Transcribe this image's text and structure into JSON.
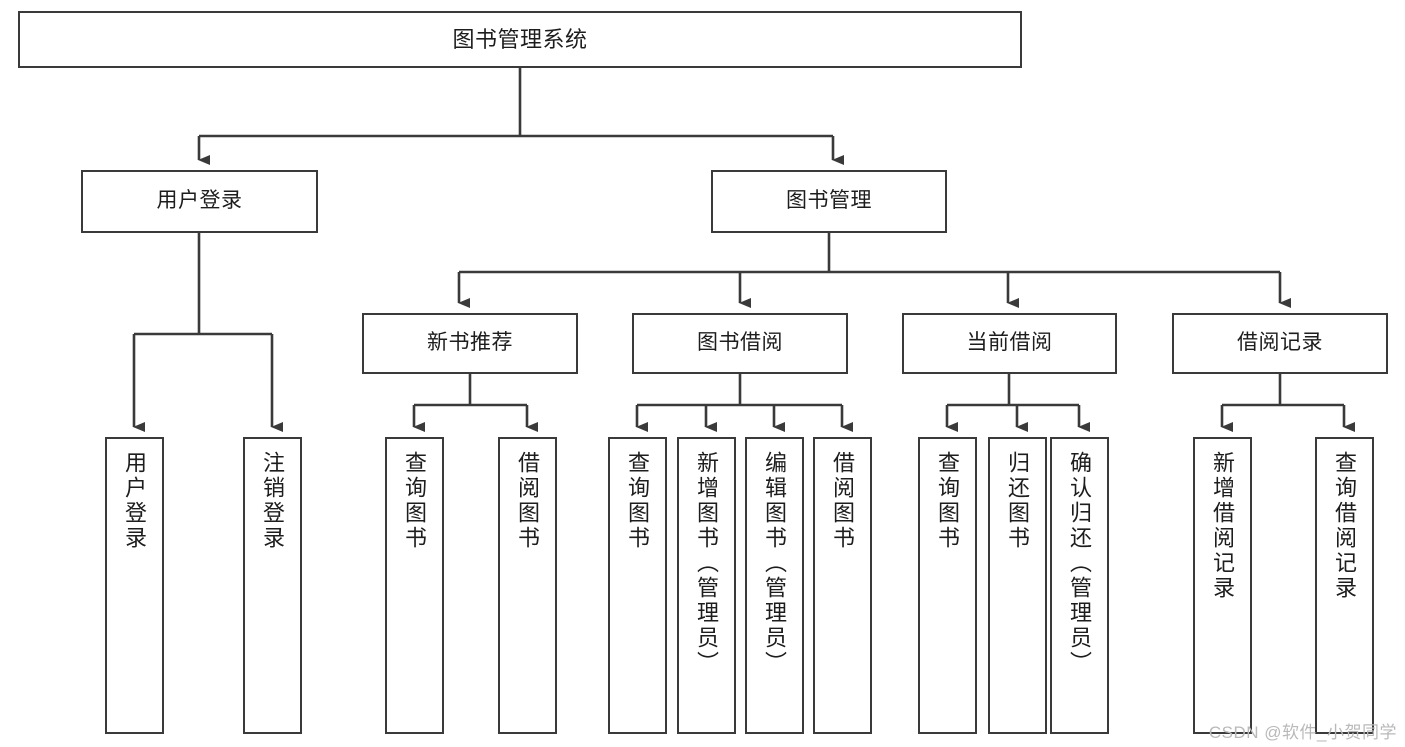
{
  "diagram": {
    "type": "tree",
    "title": "图书管理系统",
    "line_color": "#3a3a3a",
    "box_fill": "#ffffff",
    "text_color": "#1d1d1d",
    "watermark": "CSDN @软件_小贺同学",
    "nodes": {
      "root": {
        "label": "图书管理系统"
      },
      "l2": [
        {
          "id": "user_login",
          "label": "用户登录"
        },
        {
          "id": "book_manage",
          "label": "图书管理"
        }
      ],
      "l3": [
        {
          "id": "new_book_rec",
          "label": "新书推荐"
        },
        {
          "id": "book_borrow",
          "label": "图书借阅"
        },
        {
          "id": "current_borrow",
          "label": "当前借阅"
        },
        {
          "id": "borrow_record",
          "label": "借阅记录"
        }
      ],
      "leaves": {
        "user_login": [
          {
            "id": "leaf-user-login",
            "label": "用户登录"
          },
          {
            "id": "leaf-logout",
            "label": "注销登录"
          }
        ],
        "new_book_rec": [
          {
            "id": "leaf-query-book-1",
            "label": "查询图书"
          },
          {
            "id": "leaf-borrow-book-1",
            "label": "借阅图书"
          }
        ],
        "book_borrow": [
          {
            "id": "leaf-query-book-2",
            "label": "查询图书"
          },
          {
            "id": "leaf-add-book",
            "label": "新增图书（管理员）"
          },
          {
            "id": "leaf-edit-book",
            "label": "编辑图书（管理员）"
          },
          {
            "id": "leaf-borrow-book-2",
            "label": "借阅图书"
          }
        ],
        "current_borrow": [
          {
            "id": "leaf-query-book-3",
            "label": "查询图书"
          },
          {
            "id": "leaf-return-book",
            "label": "归还图书"
          },
          {
            "id": "leaf-confirm-return",
            "label": "确认归还（管理员）"
          }
        ],
        "borrow_record": [
          {
            "id": "leaf-add-record",
            "label": "新增借阅记录"
          },
          {
            "id": "leaf-query-record",
            "label": "查询借阅记录"
          }
        ]
      }
    }
  }
}
